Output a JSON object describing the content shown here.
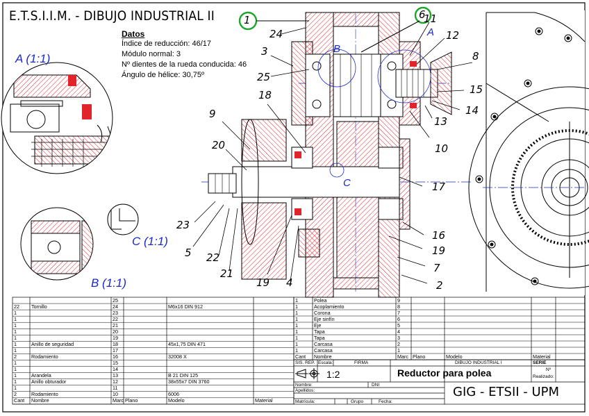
{
  "title": "E.T.S.I.I.M. - DIBUJO INDUSTRIAL II",
  "datos": {
    "heading": "Datos",
    "lines": [
      "Índice de reducción: 46/17",
      "Módulo normal: 3",
      "Nº dientes de la rueda conducida: 46",
      "Ángulo de hélice: 30,75º"
    ]
  },
  "detail_labels": [
    "A (1:1)",
    "B (1:1)",
    "C (1:1)"
  ],
  "zone_labels": [
    "A",
    "B",
    "C"
  ],
  "balloons": [
    "1",
    "6"
  ],
  "part_numbers": [
    "24",
    "3",
    "25",
    "18",
    "9",
    "20",
    "23",
    "5",
    "22",
    "21",
    "19",
    "4",
    "11",
    "12",
    "8",
    "15",
    "14",
    "13",
    "10",
    "17",
    "16",
    "19",
    "7",
    "2"
  ],
  "colors": {
    "hatch": "#e0242a",
    "detail": "#1a28d0",
    "balloon": "#1fa52c",
    "line": "#000000"
  },
  "bom_left": {
    "rows": [
      [
        "",
        "",
        "25",
        "",
        "",
        ""
      ],
      [
        "22",
        "Tornillo",
        "24",
        "",
        "M6x16 DIN 912",
        ""
      ],
      [
        "1",
        "",
        "23",
        "",
        "",
        ""
      ],
      [
        "1",
        "",
        "22",
        "",
        "",
        ""
      ],
      [
        "1",
        "",
        "21",
        "",
        "",
        ""
      ],
      [
        "1",
        "",
        "20",
        "",
        "",
        ""
      ],
      [
        "1",
        "",
        "19",
        "",
        "",
        ""
      ],
      [
        "1",
        "Anillo de seguridad",
        "18",
        "",
        "45x1,75 DIN 471",
        ""
      ],
      [
        "1",
        "",
        "17",
        "",
        "",
        ""
      ],
      [
        "2",
        "Rodamiento",
        "16",
        "",
        "32008 X",
        ""
      ],
      [
        "1",
        "",
        "15",
        "",
        "",
        ""
      ],
      [
        "1",
        "",
        "14",
        "",
        "",
        ""
      ],
      [
        "1",
        "Arandela",
        "13",
        "",
        "B 21 DIN 125",
        ""
      ],
      [
        "1",
        "Anillo obturador",
        "12",
        "",
        "38x55x7 DIN 3760",
        ""
      ],
      [
        "1",
        "",
        "11",
        "",
        "",
        ""
      ],
      [
        "2",
        "Rodamiento",
        "10",
        "",
        "6006",
        ""
      ]
    ],
    "header": [
      "Cant",
      "Nombre",
      "Marc",
      "Plano",
      "Modelo",
      "Material"
    ]
  },
  "bom_right": {
    "rows": [
      [
        "1",
        "Polea",
        "9",
        "",
        "",
        ""
      ],
      [
        "1",
        "Acoplamiento",
        "8",
        "",
        "",
        ""
      ],
      [
        "1",
        "Corona",
        "7",
        "",
        "",
        ""
      ],
      [
        "1",
        "Eje sinfín",
        "6",
        "",
        "",
        ""
      ],
      [
        "1",
        "Eje",
        "5",
        "",
        "",
        ""
      ],
      [
        "1",
        "Tapa",
        "4",
        "",
        "",
        ""
      ],
      [
        "1",
        "Tapa",
        "3",
        "",
        "",
        ""
      ],
      [
        "1",
        "Carcasa",
        "2",
        "",
        "",
        ""
      ],
      [
        "1",
        "Carcasa",
        "1",
        "",
        "",
        ""
      ]
    ],
    "header": [
      "Cant",
      "Nombre",
      "Marc",
      "Plano",
      "Modelo",
      "Material"
    ]
  },
  "title_block": {
    "sis_rep": "SIS. REP.",
    "escala_label": "Escala:",
    "firma": "FIRMA",
    "scale": "1:2",
    "dibujo": "DIBUJO INDUSTRIAL I",
    "serie": "SERIE",
    "serie_no": "Nº",
    "realizado": "Realizado:",
    "drawing_title": "Reductor para polea",
    "nombre": "Nombre:",
    "dni": "DNI",
    "apellidos": "Apellidos:",
    "matricula": "Matrícula:",
    "grupo": "Grupo",
    "fecha": "Fecha:",
    "school": "GIG - ETSII - UPM"
  }
}
